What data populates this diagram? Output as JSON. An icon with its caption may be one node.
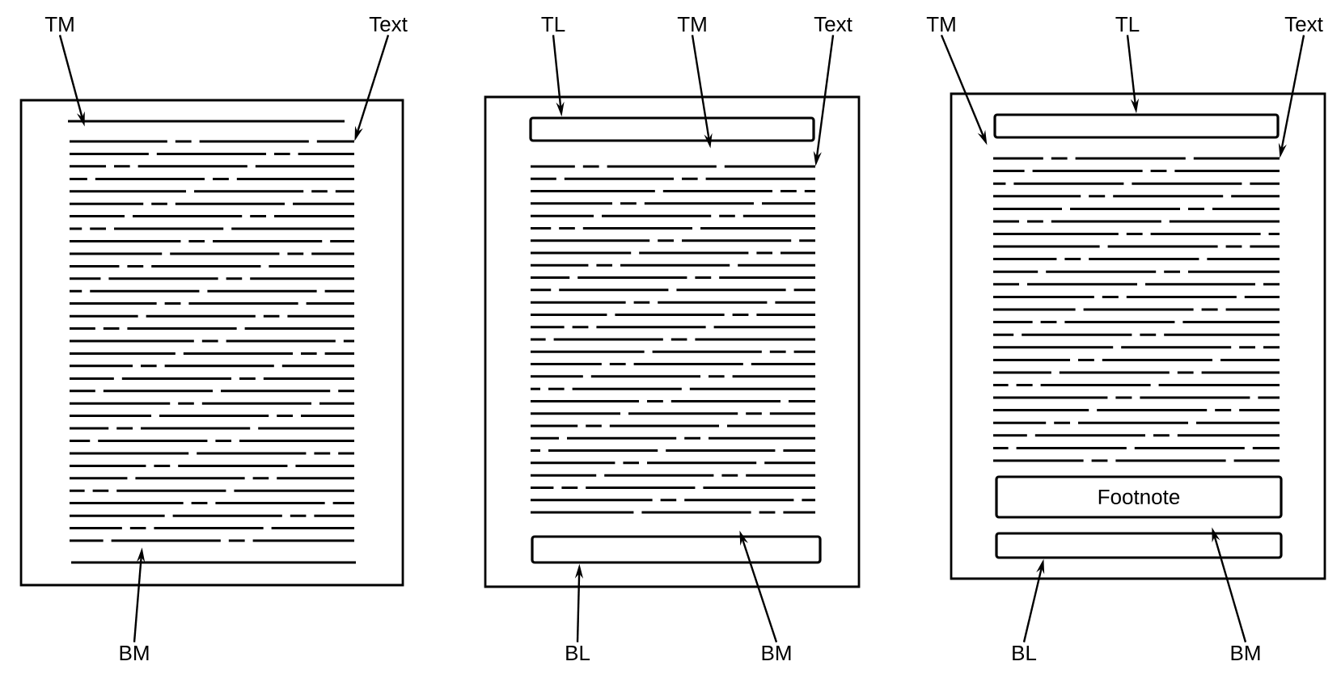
{
  "diagram": {
    "nodes": [
      {
        "text": [
          "TM"
        ]
      },
      {
        "text": [
          "Text"
        ]
      },
      {
        "text": [],
        "shape": "box"
      },
      {
        "text": [],
        "shape": "picture",
        "in": 2
      },
      {
        "text": [
          "BM"
        ]
      },
      {
        "text": [
          "TL"
        ]
      },
      {
        "text": [
          "TM"
        ]
      },
      {
        "text": [
          "Text"
        ]
      },
      {
        "text": [],
        "shape": "box"
      },
      {
        "text": [],
        "shape": "box",
        "in": 8
      },
      {
        "text": [],
        "shape": "picture",
        "in": 8
      },
      {
        "text": [],
        "shape": "box",
        "in": 8
      },
      {
        "text": [
          "BL"
        ]
      },
      {
        "text": [
          "BM"
        ]
      },
      {
        "text": [
          "TM"
        ]
      },
      {
        "text": [
          "TL"
        ]
      },
      {
        "text": [
          "Text"
        ]
      },
      {
        "text": [],
        "shape": "box"
      },
      {
        "text": [],
        "shape": "box",
        "in": 17
      },
      {
        "text": [],
        "shape": "picture",
        "in": 17
      },
      {
        "text": [
          "Footnote"
        ],
        "in": 17
      },
      {
        "text": [],
        "shape": "box",
        "in": 17
      },
      {
        "text": [
          "BL"
        ]
      },
      {
        "text": [
          "BM"
        ]
      }
    ],
    "edges": [
      {
        "from": 0,
        "to": 2,
        "arrow": "to"
      },
      {
        "from": 1,
        "to": 3,
        "arrow": "to"
      },
      {
        "from": 4,
        "to": 3,
        "arrow": "to"
      },
      {
        "from": 5,
        "to": 9,
        "arrow": "to"
      },
      {
        "from": 6,
        "to": 9,
        "arrow": "to"
      },
      {
        "from": 7,
        "to": 10,
        "arrow": "to"
      },
      {
        "from": 12,
        "to": 11,
        "arrow": "to"
      },
      {
        "from": 13,
        "to": 11,
        "arrow": "to"
      },
      {
        "from": 14,
        "to": 18,
        "arrow": "to"
      },
      {
        "from": 15,
        "to": 18,
        "arrow": "to"
      },
      {
        "from": 16,
        "to": 19,
        "arrow": "to"
      },
      {
        "from": 22,
        "to": 21,
        "arrow": "to"
      },
      {
        "from": 23,
        "to": 21,
        "arrow": "to"
      }
    ]
  }
}
